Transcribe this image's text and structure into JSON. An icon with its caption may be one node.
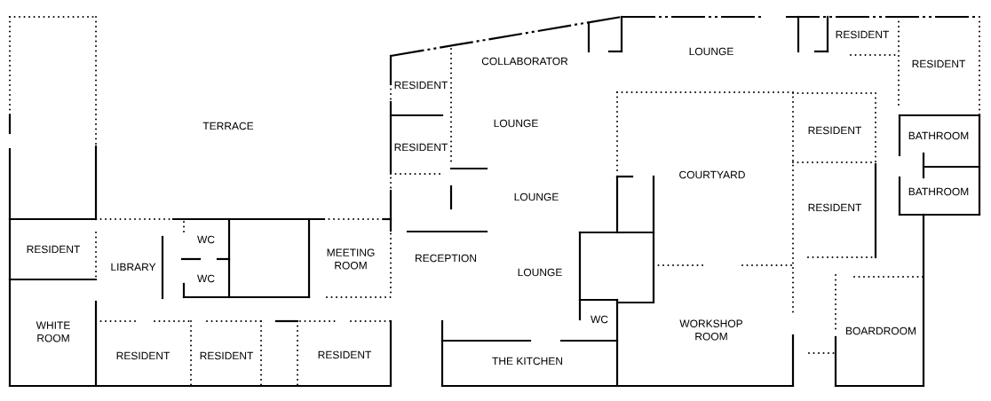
{
  "diagram": {
    "labels": [
      "RESIDENT",
      "COLLABORATOR",
      "LOUNGE",
      "RESIDENT",
      "RESIDENT",
      "TERRACE",
      "LOUNGE",
      "RESIDENT",
      "BATHROOM",
      "RESIDENT",
      "COURTYARD",
      "BATHROOM",
      "LOUNGE",
      "RESIDENT",
      "WC",
      "MEETING ROOM",
      "RESIDENT",
      "RECEPTION",
      "LIBRARY",
      "LOUNGE",
      "WC",
      "WHITE ROOM",
      "WC",
      "WORKSHOP ROOM",
      "BOARDROOM",
      "RESIDENT",
      "RESIDENT",
      "RESIDENT",
      "THE KITCHEN"
    ]
  }
}
